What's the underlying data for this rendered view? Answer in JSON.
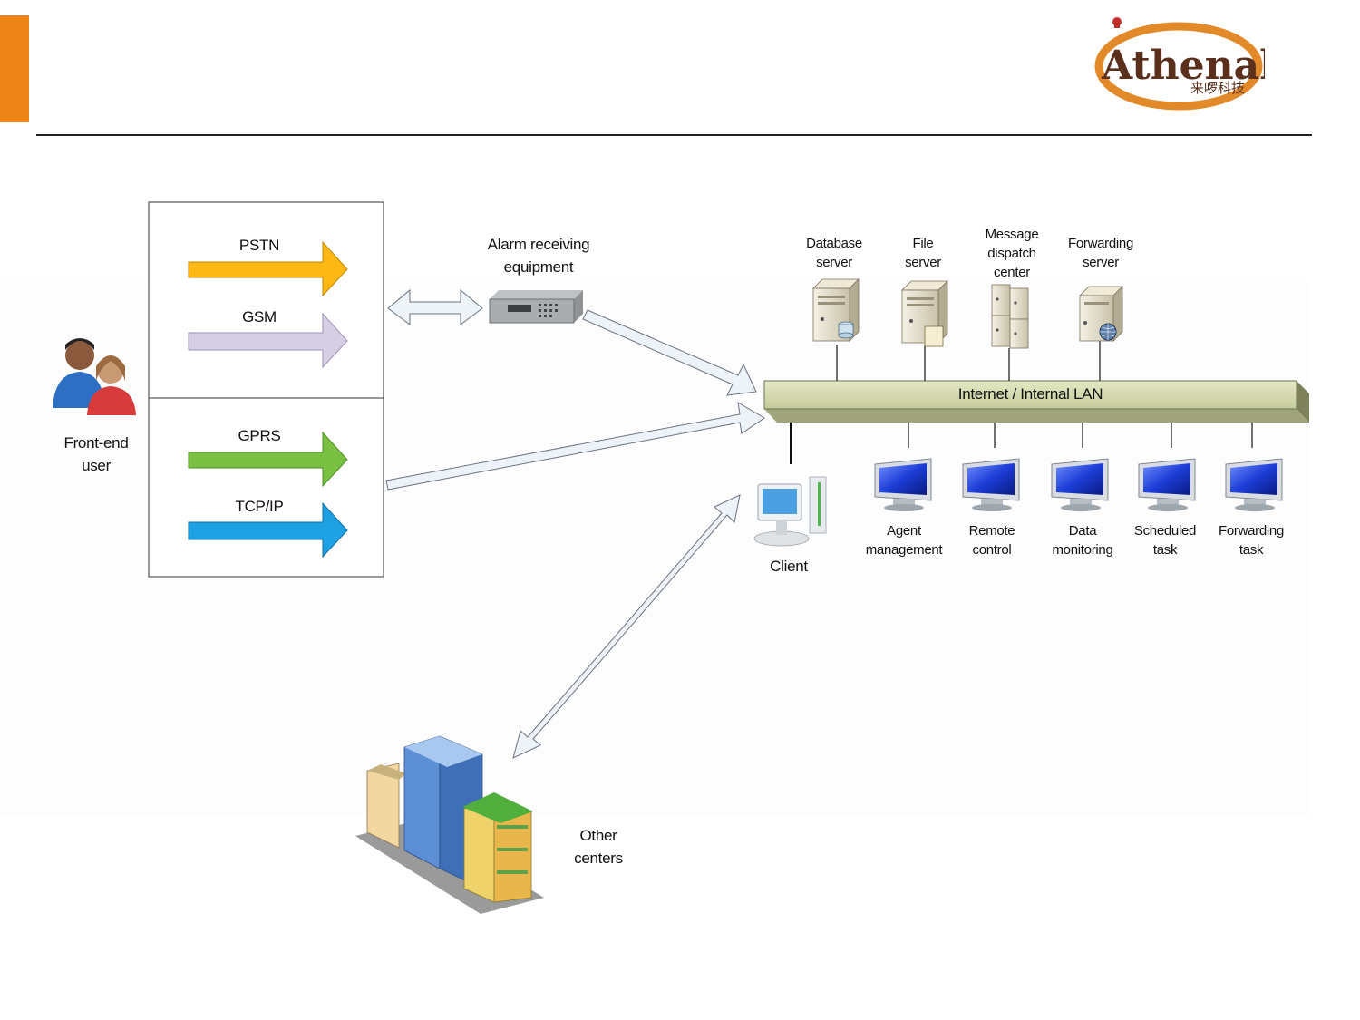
{
  "header": {
    "logo_text": "Athenalarm",
    "logo_sub": "来啰科技",
    "accent_color": "#ee8418"
  },
  "front_end": {
    "label": "Front-end\nuser",
    "icon": "users-icon"
  },
  "channels": [
    {
      "label": "PSTN",
      "color": "#fdb813"
    },
    {
      "label": "GSM",
      "color": "#d6cfe3"
    },
    {
      "label": "GPRS",
      "color": "#7ac143"
    },
    {
      "label": "TCP/IP",
      "color": "#1da1e2"
    }
  ],
  "alarm_equipment": {
    "label": "Alarm receiving\nequipment",
    "icon": "rack-receiver-icon"
  },
  "servers": [
    {
      "label": "Database\nserver",
      "icon": "database-server-icon"
    },
    {
      "label": "File\nserver",
      "icon": "file-server-icon"
    },
    {
      "label": "Message\ndispatch\ncenter",
      "icon": "server-cluster-icon"
    },
    {
      "label": "Forwarding\nserver",
      "icon": "forwarding-server-icon"
    }
  ],
  "lan_bar": {
    "label": "Internet / Internal LAN",
    "color": "#d7dbb4"
  },
  "client": {
    "label": "Client",
    "icon": "client-workstation-icon"
  },
  "workstations": [
    {
      "label": "Agent\nmanagement",
      "icon": "monitor-icon"
    },
    {
      "label": "Remote\ncontrol",
      "icon": "monitor-icon"
    },
    {
      "label": "Data\nmonitoring",
      "icon": "monitor-icon"
    },
    {
      "label": "Scheduled\ntask",
      "icon": "monitor-icon"
    },
    {
      "label": "Forwarding\ntask",
      "icon": "monitor-icon"
    }
  ],
  "other_centers": {
    "label": "Other\ncenters",
    "icon": "buildings-icon"
  }
}
